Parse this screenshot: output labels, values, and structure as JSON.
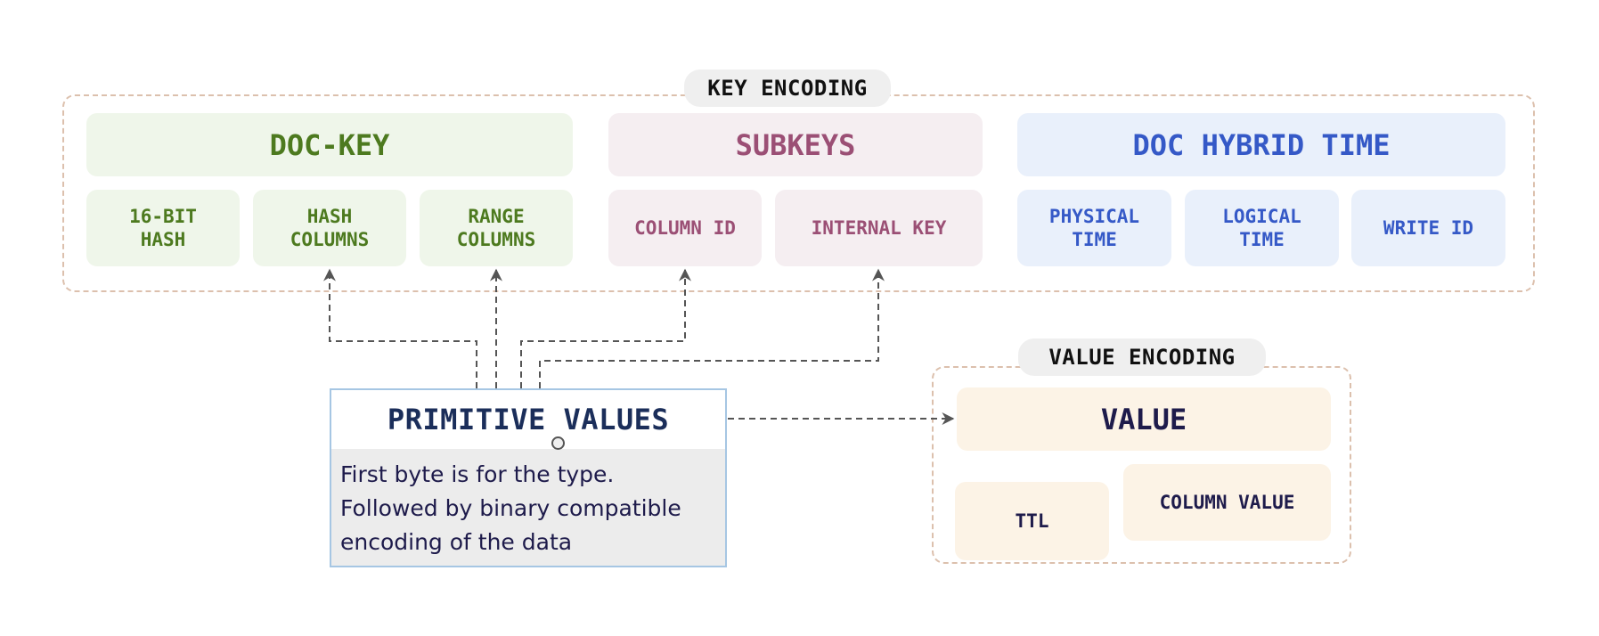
{
  "key_encoding": {
    "label": "KEY ENCODING",
    "doc_key": {
      "title": "DOC-KEY",
      "parts": [
        {
          "line1": "16-BIT",
          "line2": "HASH"
        },
        {
          "line1": "HASH",
          "line2": "COLUMNS"
        },
        {
          "line1": "RANGE",
          "line2": "COLUMNS"
        }
      ]
    },
    "subkeys": {
      "title": "SUBKEYS",
      "parts": [
        "COLUMN ID",
        "INTERNAL KEY"
      ]
    },
    "doc_hybrid_time": {
      "title": "DOC HYBRID TIME",
      "parts": [
        {
          "line1": "PHYSICAL",
          "line2": "TIME"
        },
        {
          "line1": "LOGICAL",
          "line2": "TIME"
        },
        {
          "line1": "WRITE ID",
          "line2": ""
        }
      ]
    }
  },
  "value_encoding": {
    "label": "VALUE ENCODING",
    "value": {
      "title": "VALUE",
      "parts": [
        "TTL",
        "COLUMN VALUE"
      ]
    }
  },
  "primitive_values": {
    "title": "PRIMITIVE VALUES",
    "description_lines": [
      "First byte is for the type.",
      "Followed by binary compatible",
      "encoding of the data"
    ]
  },
  "colors": {
    "doc_key": "#4d7a1f",
    "subkeys": "#9b4f75",
    "doc_hybrid_time": "#3559c7",
    "value": "#1e1b4b",
    "connector": "#555555",
    "frame_border": "#dcc0ad"
  }
}
